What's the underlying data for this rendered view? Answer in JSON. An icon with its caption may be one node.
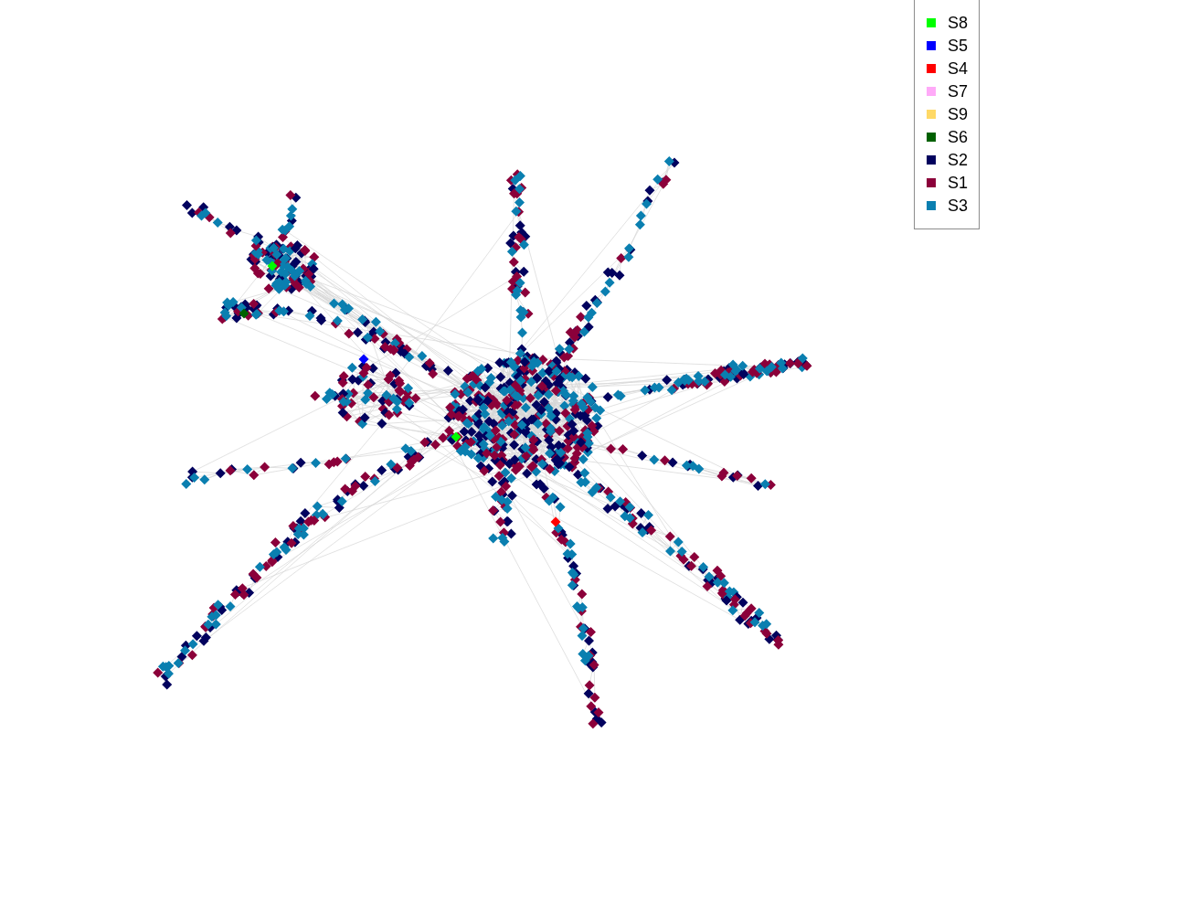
{
  "diagram": {
    "legend": [
      {
        "text": "S8",
        "color": "#00ff00"
      },
      {
        "text": "S5",
        "color": "#0000ff"
      },
      {
        "text": "S4",
        "color": "#ff0000"
      },
      {
        "text": "S7",
        "color": "#ffaaf8"
      },
      {
        "text": "S9",
        "color": "#ffd966"
      },
      {
        "text": "S6",
        "color": "#006000"
      },
      {
        "text": "S2",
        "color": "#02025e"
      },
      {
        "text": "S1",
        "color": "#8b003a"
      },
      {
        "text": "S3",
        "color": "#0a7fb0"
      }
    ]
  }
}
